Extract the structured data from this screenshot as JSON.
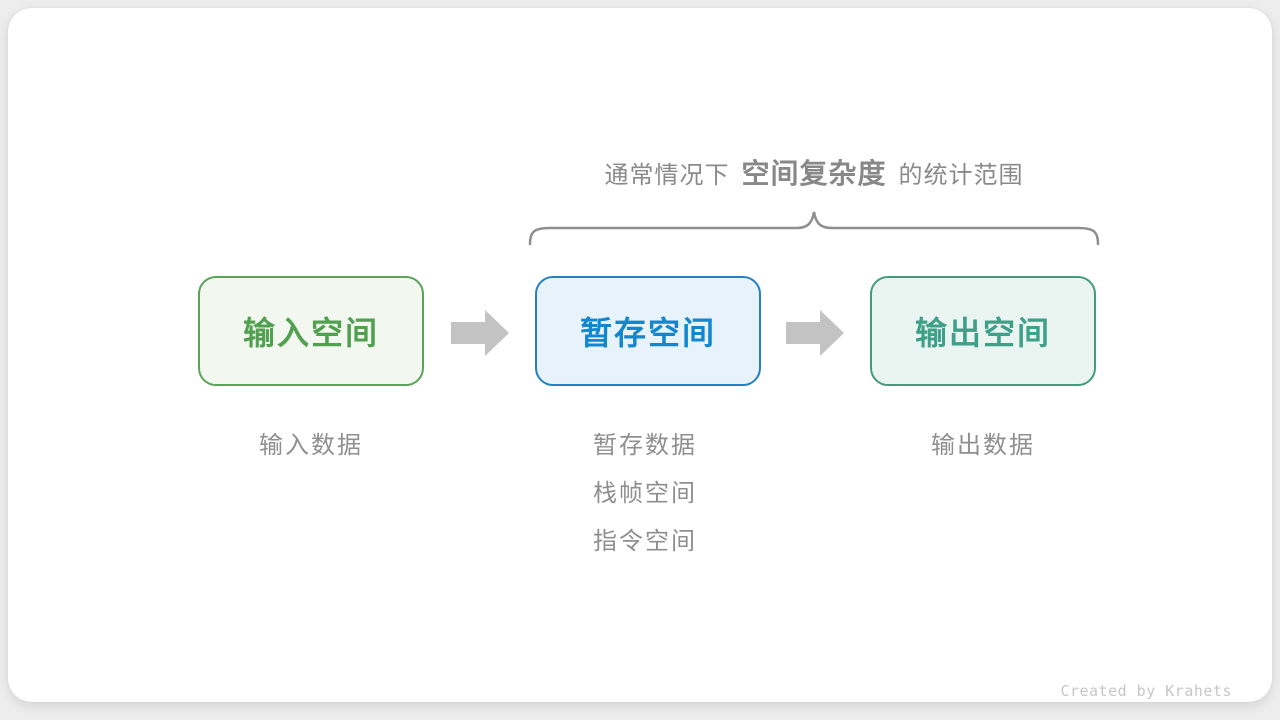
{
  "caption": {
    "prefix": "通常情况下",
    "highlight": "空间复杂度",
    "suffix": "的统计范围"
  },
  "boxes": [
    {
      "id": "input-space",
      "label": "输入空间"
    },
    {
      "id": "temp-space",
      "label": "暂存空间"
    },
    {
      "id": "output-space",
      "label": "输出空间"
    }
  ],
  "annotations": {
    "input": "输入数据",
    "temp": [
      "暂存数据",
      "栈帧空间",
      "指令空间"
    ],
    "output": "输出数据"
  },
  "footer": {
    "credit": "Created by Krahets"
  },
  "colors": {
    "page_bg": "#ededed",
    "card_bg": "#ffffff",
    "caption_text": "#8a8a8a",
    "brace": "#8f8f8f",
    "arrow": "#c3c3c3",
    "annotation_text": "#8f8f8f",
    "credit_text": "#c6c6c6",
    "input_border": "#5ba25a",
    "input_bg": "#f2f8ef",
    "input_text": "#50a050",
    "temp_border": "#2280c5",
    "temp_bg": "#e7f2fb",
    "temp_text": "#1287cd",
    "output_border": "#45997f",
    "output_bg": "#eaf5f1",
    "output_text": "#3fa089"
  }
}
